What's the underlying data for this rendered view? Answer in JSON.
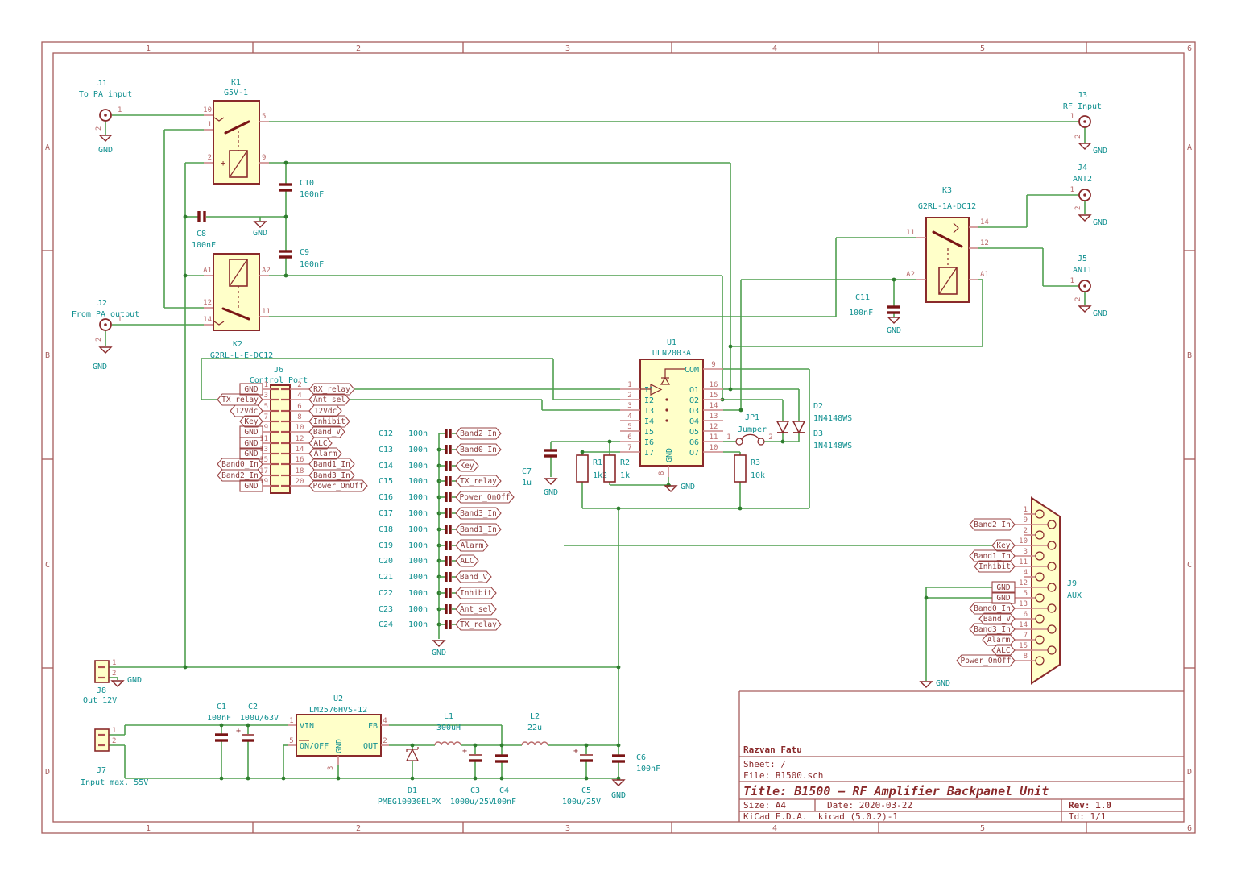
{
  "sheet": {
    "cols": [
      "1",
      "2",
      "3",
      "4",
      "5",
      "6"
    ],
    "rows": [
      "A",
      "B",
      "C",
      "D"
    ]
  },
  "labels": {
    "gnd": "GND",
    "plus": "+"
  },
  "connectors": {
    "j1": {
      "ref": "J1",
      "desc": "To PA input",
      "p1": "1",
      "p2": "2"
    },
    "j2": {
      "ref": "J2",
      "desc": "From PA output",
      "p1": "1",
      "p2": "2"
    },
    "j3": {
      "ref": "J3",
      "desc": "RF Input",
      "p1": "1",
      "p2": "2"
    },
    "j4": {
      "ref": "J4",
      "desc": "ANT2",
      "p1": "1",
      "p2": "2"
    },
    "j5": {
      "ref": "J5",
      "desc": "ANT1",
      "p1": "1",
      "p2": "2"
    },
    "j7": {
      "ref": "J7",
      "desc": "Input max. 55V",
      "p1": "1",
      "p2": "2"
    },
    "j8": {
      "ref": "J8",
      "desc": "Out 12V",
      "p1": "1",
      "p2": "2"
    }
  },
  "relays": {
    "k1": {
      "ref": "K1",
      "part": "G5V-1",
      "p10": "10",
      "p1": "1",
      "p5": "5",
      "p2": "2",
      "p9": "9"
    },
    "k2": {
      "ref": "K2",
      "part": "G2RL-L-E-DC12",
      "a1": "A1",
      "a2": "A2",
      "p12": "12",
      "p11": "11",
      "p14": "14"
    },
    "k3": {
      "ref": "K3",
      "part": "G2RL-1A-DC12",
      "p14": "14",
      "p11": "11",
      "p12": "12",
      "a2": "A2",
      "a1": "A1"
    }
  },
  "capacitors": {
    "c1": {
      "ref": "C1",
      "value": "100nF"
    },
    "c2": {
      "ref": "C2",
      "value": "100u/63V"
    },
    "c3": {
      "ref": "C3",
      "value": "1000u/25V"
    },
    "c4": {
      "ref": "C4",
      "value": "100nF"
    },
    "c5": {
      "ref": "C5",
      "value": "100u/25V"
    },
    "c6": {
      "ref": "C6",
      "value": "100nF"
    },
    "c7": {
      "ref": "C7",
      "value": "1u"
    },
    "c8": {
      "ref": "C8",
      "value": "100nF"
    },
    "c9": {
      "ref": "C9",
      "value": "100nF"
    },
    "c10": {
      "ref": "C10",
      "value": "100nF"
    },
    "c11": {
      "ref": "C11",
      "value": "100nF"
    }
  },
  "resistors": {
    "r1": {
      "ref": "R1",
      "value": "1k2"
    },
    "r2": {
      "ref": "R2",
      "value": "1k"
    },
    "r3": {
      "ref": "R3",
      "value": "10k"
    }
  },
  "inductors": {
    "l1": {
      "ref": "L1",
      "value": "300uH"
    },
    "l2": {
      "ref": "L2",
      "value": "22u"
    }
  },
  "diodes": {
    "d1": {
      "ref": "D1",
      "part": "PMEG10030ELPX"
    },
    "d2": {
      "ref": "D2",
      "part": "1N4148WS"
    },
    "d3": {
      "ref": "D3",
      "part": "1N4148WS"
    }
  },
  "jp1": {
    "ref": "JP1",
    "part": "Jumper",
    "p1": "1",
    "p2": "2"
  },
  "u1": {
    "ref": "U1",
    "part": "ULN2003A",
    "com": "COM",
    "com_num": "9",
    "gnd": "GND",
    "gnd_num": "8",
    "in_nums": [
      "1",
      "2",
      "3",
      "4",
      "5",
      "6",
      "7"
    ],
    "in_names": [
      "I1",
      "I2",
      "I3",
      "I4",
      "I5",
      "I6",
      "I7"
    ],
    "out_nums": [
      "16",
      "15",
      "14",
      "13",
      "12",
      "11",
      "10"
    ],
    "out_names": [
      "O1",
      "O2",
      "O3",
      "O4",
      "O5",
      "O6",
      "O7"
    ]
  },
  "u2": {
    "ref": "U2",
    "part": "LM2576HVS-12",
    "vin": "VIN",
    "vin_num": "1",
    "onoff": "ON/OFF",
    "onoff_num": "5",
    "gnd": "GND",
    "gnd_num": "3",
    "fb": "FB",
    "fb_num": "4",
    "out": "OUT",
    "out_num": "2"
  },
  "j6": {
    "ref": "J6",
    "name": "Control Port",
    "left_nums": [
      "1",
      "3",
      "5",
      "7",
      "9",
      "11",
      "13",
      "15",
      "17",
      "19"
    ],
    "left_nets": [
      "GND",
      "TX_relay",
      "12Vdc",
      "Key",
      "GND",
      "GND",
      "GND",
      "Band0_In",
      "Band2_In",
      "GND"
    ],
    "right_nums": [
      "2",
      "4",
      "6",
      "8",
      "10",
      "12",
      "14",
      "16",
      "18",
      "20"
    ],
    "right_nets": [
      "RX_relay",
      "Ant_sel",
      "12Vdc",
      "Inhibit",
      "Band_V",
      "ALC",
      "Alarm",
      "Band1_In",
      "Band3_In",
      "Power_OnOff"
    ]
  },
  "cap_bank": [
    {
      "ref": "C12",
      "value": "100n",
      "net": "Band2_In"
    },
    {
      "ref": "C13",
      "value": "100n",
      "net": "Band0_In"
    },
    {
      "ref": "C14",
      "value": "100n",
      "net": "Key"
    },
    {
      "ref": "C15",
      "value": "100n",
      "net": "TX_relay"
    },
    {
      "ref": "C16",
      "value": "100n",
      "net": "Power_OnOff"
    },
    {
      "ref": "C17",
      "value": "100n",
      "net": "Band3_In"
    },
    {
      "ref": "C18",
      "value": "100n",
      "net": "Band1_In"
    },
    {
      "ref": "C19",
      "value": "100n",
      "net": "Alarm"
    },
    {
      "ref": "C20",
      "value": "100n",
      "net": "ALC"
    },
    {
      "ref": "C21",
      "value": "100n",
      "net": "Band_V"
    },
    {
      "ref": "C22",
      "value": "100n",
      "net": "Inhibit"
    },
    {
      "ref": "C23",
      "value": "100n",
      "net": "Ant_sel"
    },
    {
      "ref": "C24",
      "value": "100n",
      "net": "TX_relay"
    }
  ],
  "j9": {
    "ref": "J9",
    "name": "AUX",
    "pin_nums": [
      "1",
      "9",
      "2",
      "10",
      "3",
      "11",
      "4",
      "12",
      "5",
      "13",
      "6",
      "14",
      "7",
      "15",
      "8"
    ],
    "pin_nets": [
      "",
      "Band2_In",
      "",
      "Key",
      "Band1_In",
      "Inhibit",
      "",
      "GND",
      "GND",
      "Band0_In",
      "Band_V",
      "Band3_In",
      "Alarm",
      "ALC",
      "Power_OnOff"
    ]
  },
  "title_block": {
    "author": "Razvan Fatu",
    "sheet": "Sheet: /",
    "file": "File: B1500.sch",
    "title": "Title: B1500 – RF Amplifier Backpanel Unit",
    "size": "Size: A4",
    "date": "Date: 2020-03-22",
    "rev": "Rev: 1.0",
    "tool": "KiCad E.D.A.  kicad (5.0.2)-1",
    "id": "Id: 1/1"
  }
}
